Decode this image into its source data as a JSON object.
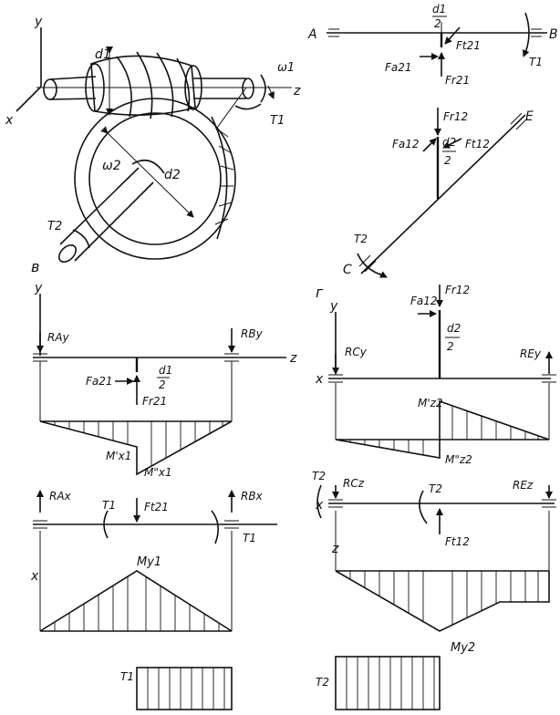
{
  "labels": {
    "fig_v": "в",
    "fig_g": "г",
    "axis_y": "y",
    "axis_x": "x",
    "axis_z": "z",
    "d1": "d1",
    "d2": "d2",
    "omega1": "ω1",
    "omega2": "ω2",
    "T1": "T1",
    "T2": "T2",
    "A": "A",
    "B": "B",
    "C": "C",
    "E": "E",
    "d1_half_num": "d1",
    "d2_half_num": "d2",
    "half_den": "2",
    "Fa21": "Fa21",
    "Ft21": "Ft21",
    "Fr21": "Fr21",
    "Fa12": "Fa12",
    "Ft12": "Ft12",
    "Fr12": "Fr12",
    "RAy": "RAy",
    "RBy": "RBy",
    "RAx": "RAx",
    "RBx": "RBx",
    "RCy": "RCy",
    "REy": "REy",
    "RCz": "RCz",
    "REz": "REz",
    "Mx1p": "M'x1",
    "Mx1pp": "M\"x1",
    "Mz2p": "M'z2",
    "Mz2pp": "M\"z2",
    "My1": "My1",
    "My2": "My2"
  }
}
